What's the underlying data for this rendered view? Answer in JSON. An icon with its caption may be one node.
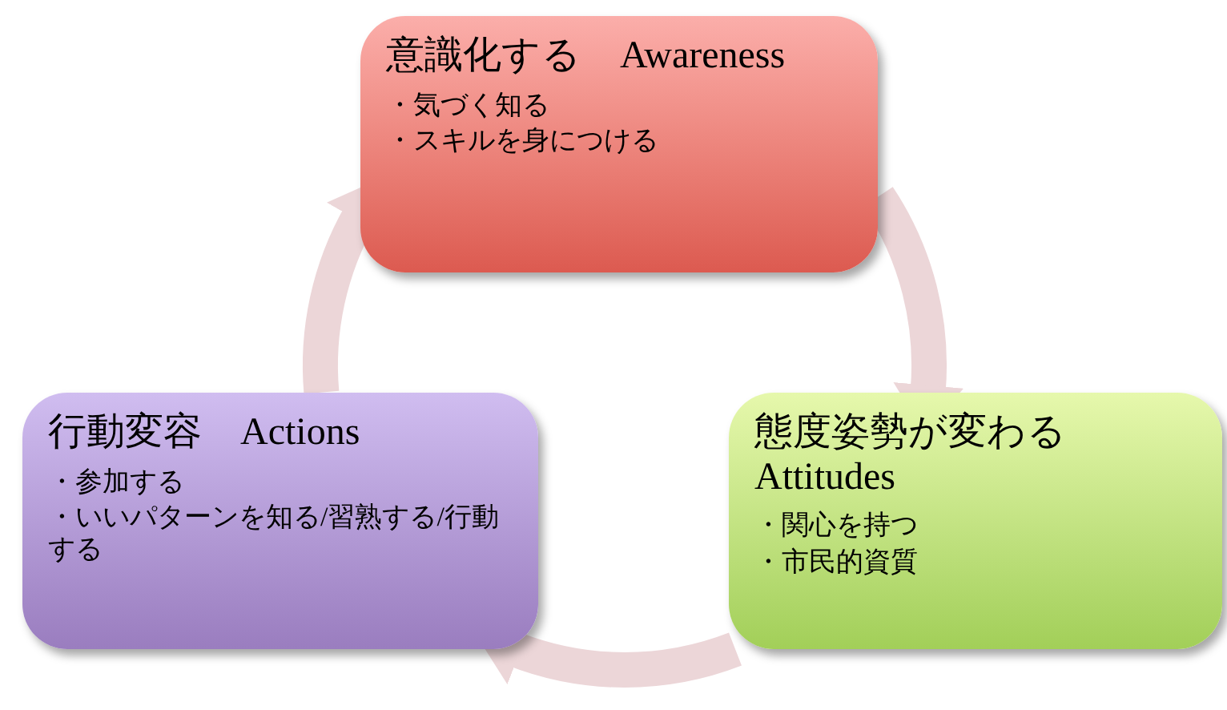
{
  "diagram": {
    "nodes": [
      {
        "text": [
          "意識化する　Awareness",
          "・気づく知る",
          "・スキルを身につける"
        ]
      },
      {
        "text": [
          "態度姿勢が変わる Attitudes",
          "・関心を持つ",
          "・市民的資質"
        ]
      },
      {
        "text": [
          "行動変容　Actions",
          "・参加する",
          "・いいパターンを知る/習熟する/行動する"
        ]
      }
    ],
    "edges": [
      {
        "from": 0,
        "to": 1,
        "arrow": "to"
      },
      {
        "from": 1,
        "to": 2,
        "arrow": "to"
      },
      {
        "from": 2,
        "to": 0,
        "arrow": "to"
      }
    ]
  }
}
